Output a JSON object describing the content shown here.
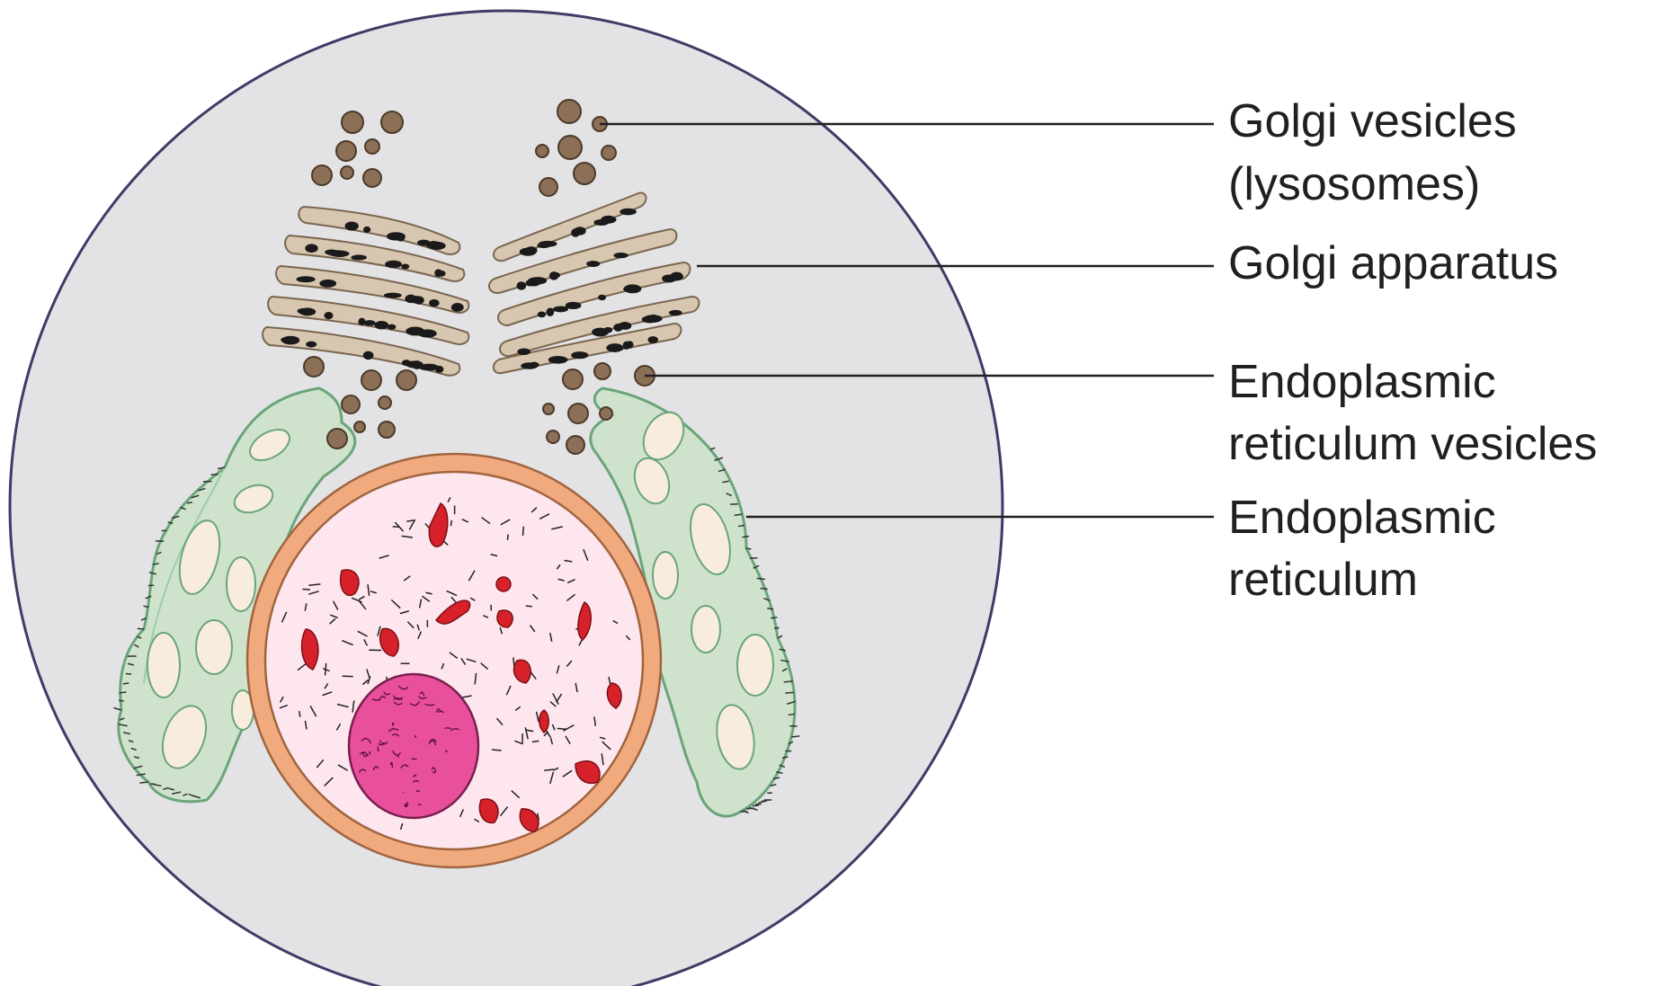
{
  "colors": {
    "cell_fill": "#e3e3e5",
    "cell_outline": "#3f3b66",
    "vesicle": "#8b7057",
    "golgi_cisterna": "#d8c7b0",
    "golgi_content": "#1a1a1a",
    "er_membrane": "#cfe3cc",
    "er_outline": "#6aa57a",
    "er_lumen": "#f8eddc",
    "nuclear_envelope": "#f1a97e",
    "nucleoplasm": "#fde6ee",
    "chromatin_clumps": "#d6212a",
    "nucleolus": "#e9509b"
  },
  "labels": [
    {
      "id": "golgi-vesicles",
      "lines": [
        "Golgi vesicles",
        "(lysosomes)"
      ]
    },
    {
      "id": "golgi-apparatus",
      "lines": [
        "Golgi apparatus"
      ]
    },
    {
      "id": "er-vesicles",
      "lines": [
        "Endoplasmic",
        "reticulum vesicles"
      ]
    },
    {
      "id": "er",
      "lines": [
        "Endoplasmic",
        "reticulum"
      ]
    }
  ]
}
